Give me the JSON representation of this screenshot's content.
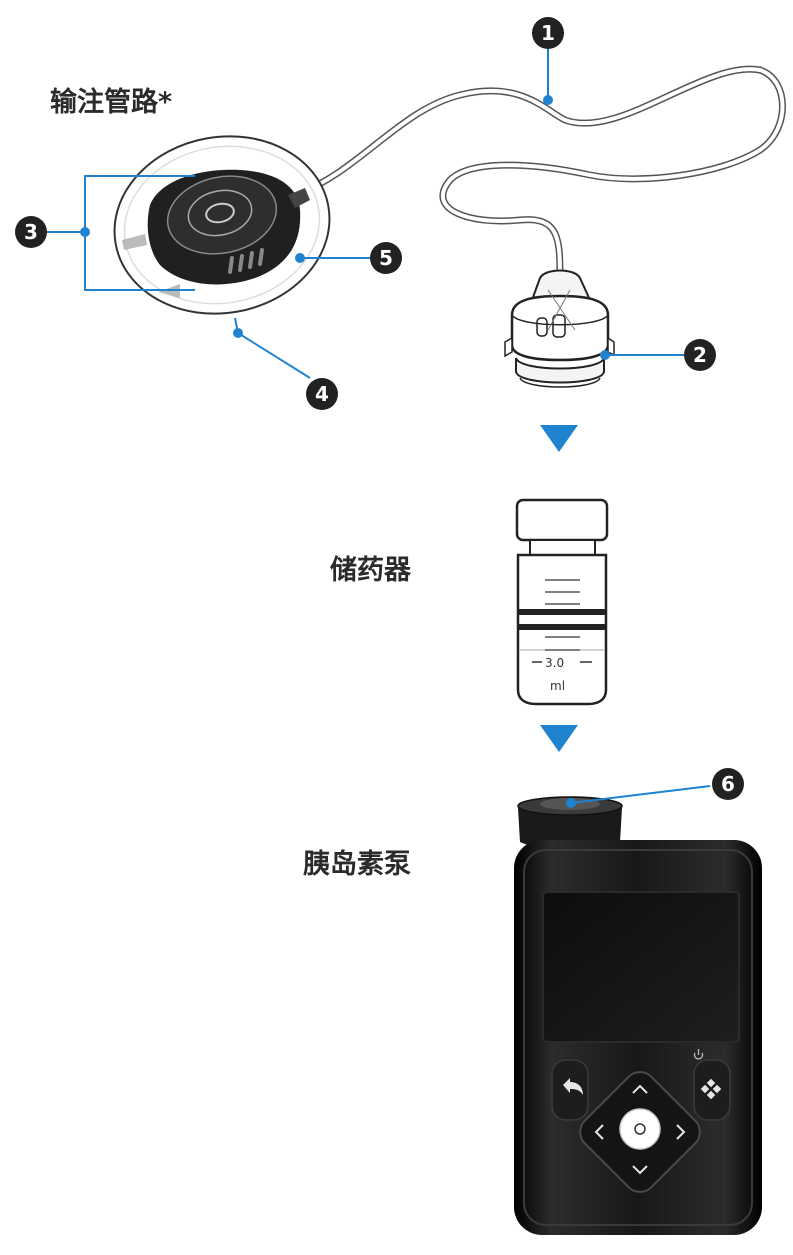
{
  "labels": {
    "infusion_set": "输注管路*",
    "reservoir": "储药器",
    "pump": "胰岛素泵"
  },
  "callouts": [
    "1",
    "2",
    "3",
    "4",
    "5",
    "6"
  ],
  "reservoir_scale": {
    "volume": "3.0",
    "unit": "ml"
  },
  "colors": {
    "accent": "#1f83d0",
    "badge": "#222222",
    "pump_body": "#151515"
  },
  "icons": {
    "flow_arrows": "triangle-down-icon",
    "back_button": "back-arrow-icon",
    "menu_button": "diamond-menu-icon",
    "power": "power-icon"
  }
}
